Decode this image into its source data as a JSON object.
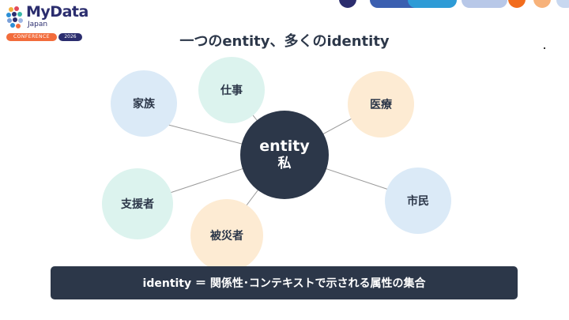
{
  "logo": {
    "brand": "MyData",
    "sub": "Japan",
    "conference": "CONFERENCE",
    "year": "2026"
  },
  "title": "一つのentity、多くのidentity",
  "center": {
    "line1": "entity",
    "line2": "私"
  },
  "nodes": {
    "family": "家族",
    "work": "仕事",
    "medical": "医療",
    "citizen": "市民",
    "victim": "被災者",
    "supporter": "支援者"
  },
  "banner": "identity ＝ 関係性･コンテキストで示される属性の集合",
  "colors": {
    "navy": "#2c3749",
    "blue_light": "#dbeaf7",
    "mint_light": "#dcf3ee",
    "peach_light": "#fdebd3",
    "accent_orange": "#f26c3c"
  }
}
